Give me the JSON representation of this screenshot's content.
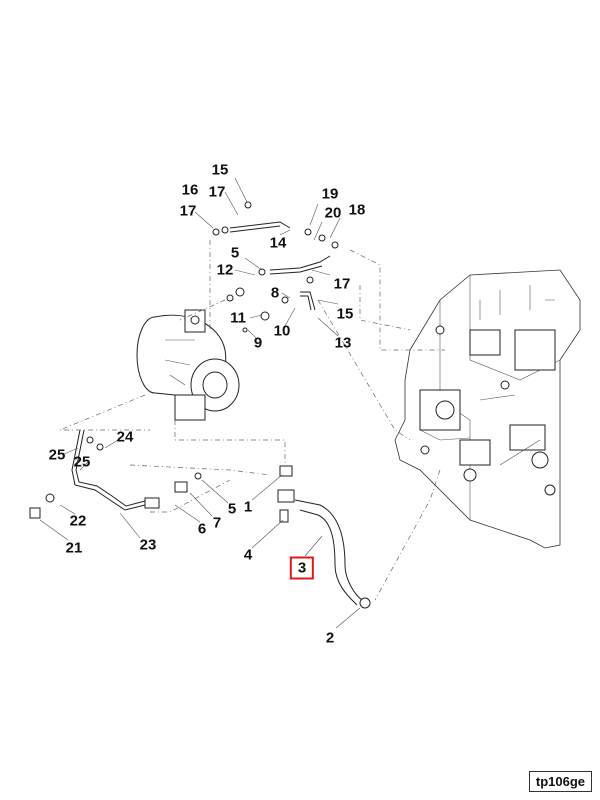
{
  "diagram": {
    "selected_callout": "3",
    "reference_code": "tp106ge",
    "callouts": [
      {
        "id": "c15a",
        "label": "15"
      },
      {
        "id": "c16",
        "label": "16"
      },
      {
        "id": "c17a",
        "label": "17"
      },
      {
        "id": "c19",
        "label": "19"
      },
      {
        "id": "c17b",
        "label": "17"
      },
      {
        "id": "c20",
        "label": "20"
      },
      {
        "id": "c18",
        "label": "18"
      },
      {
        "id": "c14",
        "label": "14"
      },
      {
        "id": "c5a",
        "label": "5"
      },
      {
        "id": "c12",
        "label": "12"
      },
      {
        "id": "c17c",
        "label": "17"
      },
      {
        "id": "c8",
        "label": "8"
      },
      {
        "id": "c15b",
        "label": "15"
      },
      {
        "id": "c11",
        "label": "11"
      },
      {
        "id": "c10",
        "label": "10"
      },
      {
        "id": "c9",
        "label": "9"
      },
      {
        "id": "c13",
        "label": "13"
      },
      {
        "id": "c24",
        "label": "24"
      },
      {
        "id": "c25a",
        "label": "25"
      },
      {
        "id": "c25b",
        "label": "25"
      },
      {
        "id": "c5b",
        "label": "5"
      },
      {
        "id": "c1",
        "label": "1"
      },
      {
        "id": "c7",
        "label": "7"
      },
      {
        "id": "c6",
        "label": "6"
      },
      {
        "id": "c22",
        "label": "22"
      },
      {
        "id": "c23",
        "label": "23"
      },
      {
        "id": "c21",
        "label": "21"
      },
      {
        "id": "c4",
        "label": "4"
      },
      {
        "id": "c3",
        "label": "3"
      },
      {
        "id": "c2",
        "label": "2"
      }
    ]
  }
}
